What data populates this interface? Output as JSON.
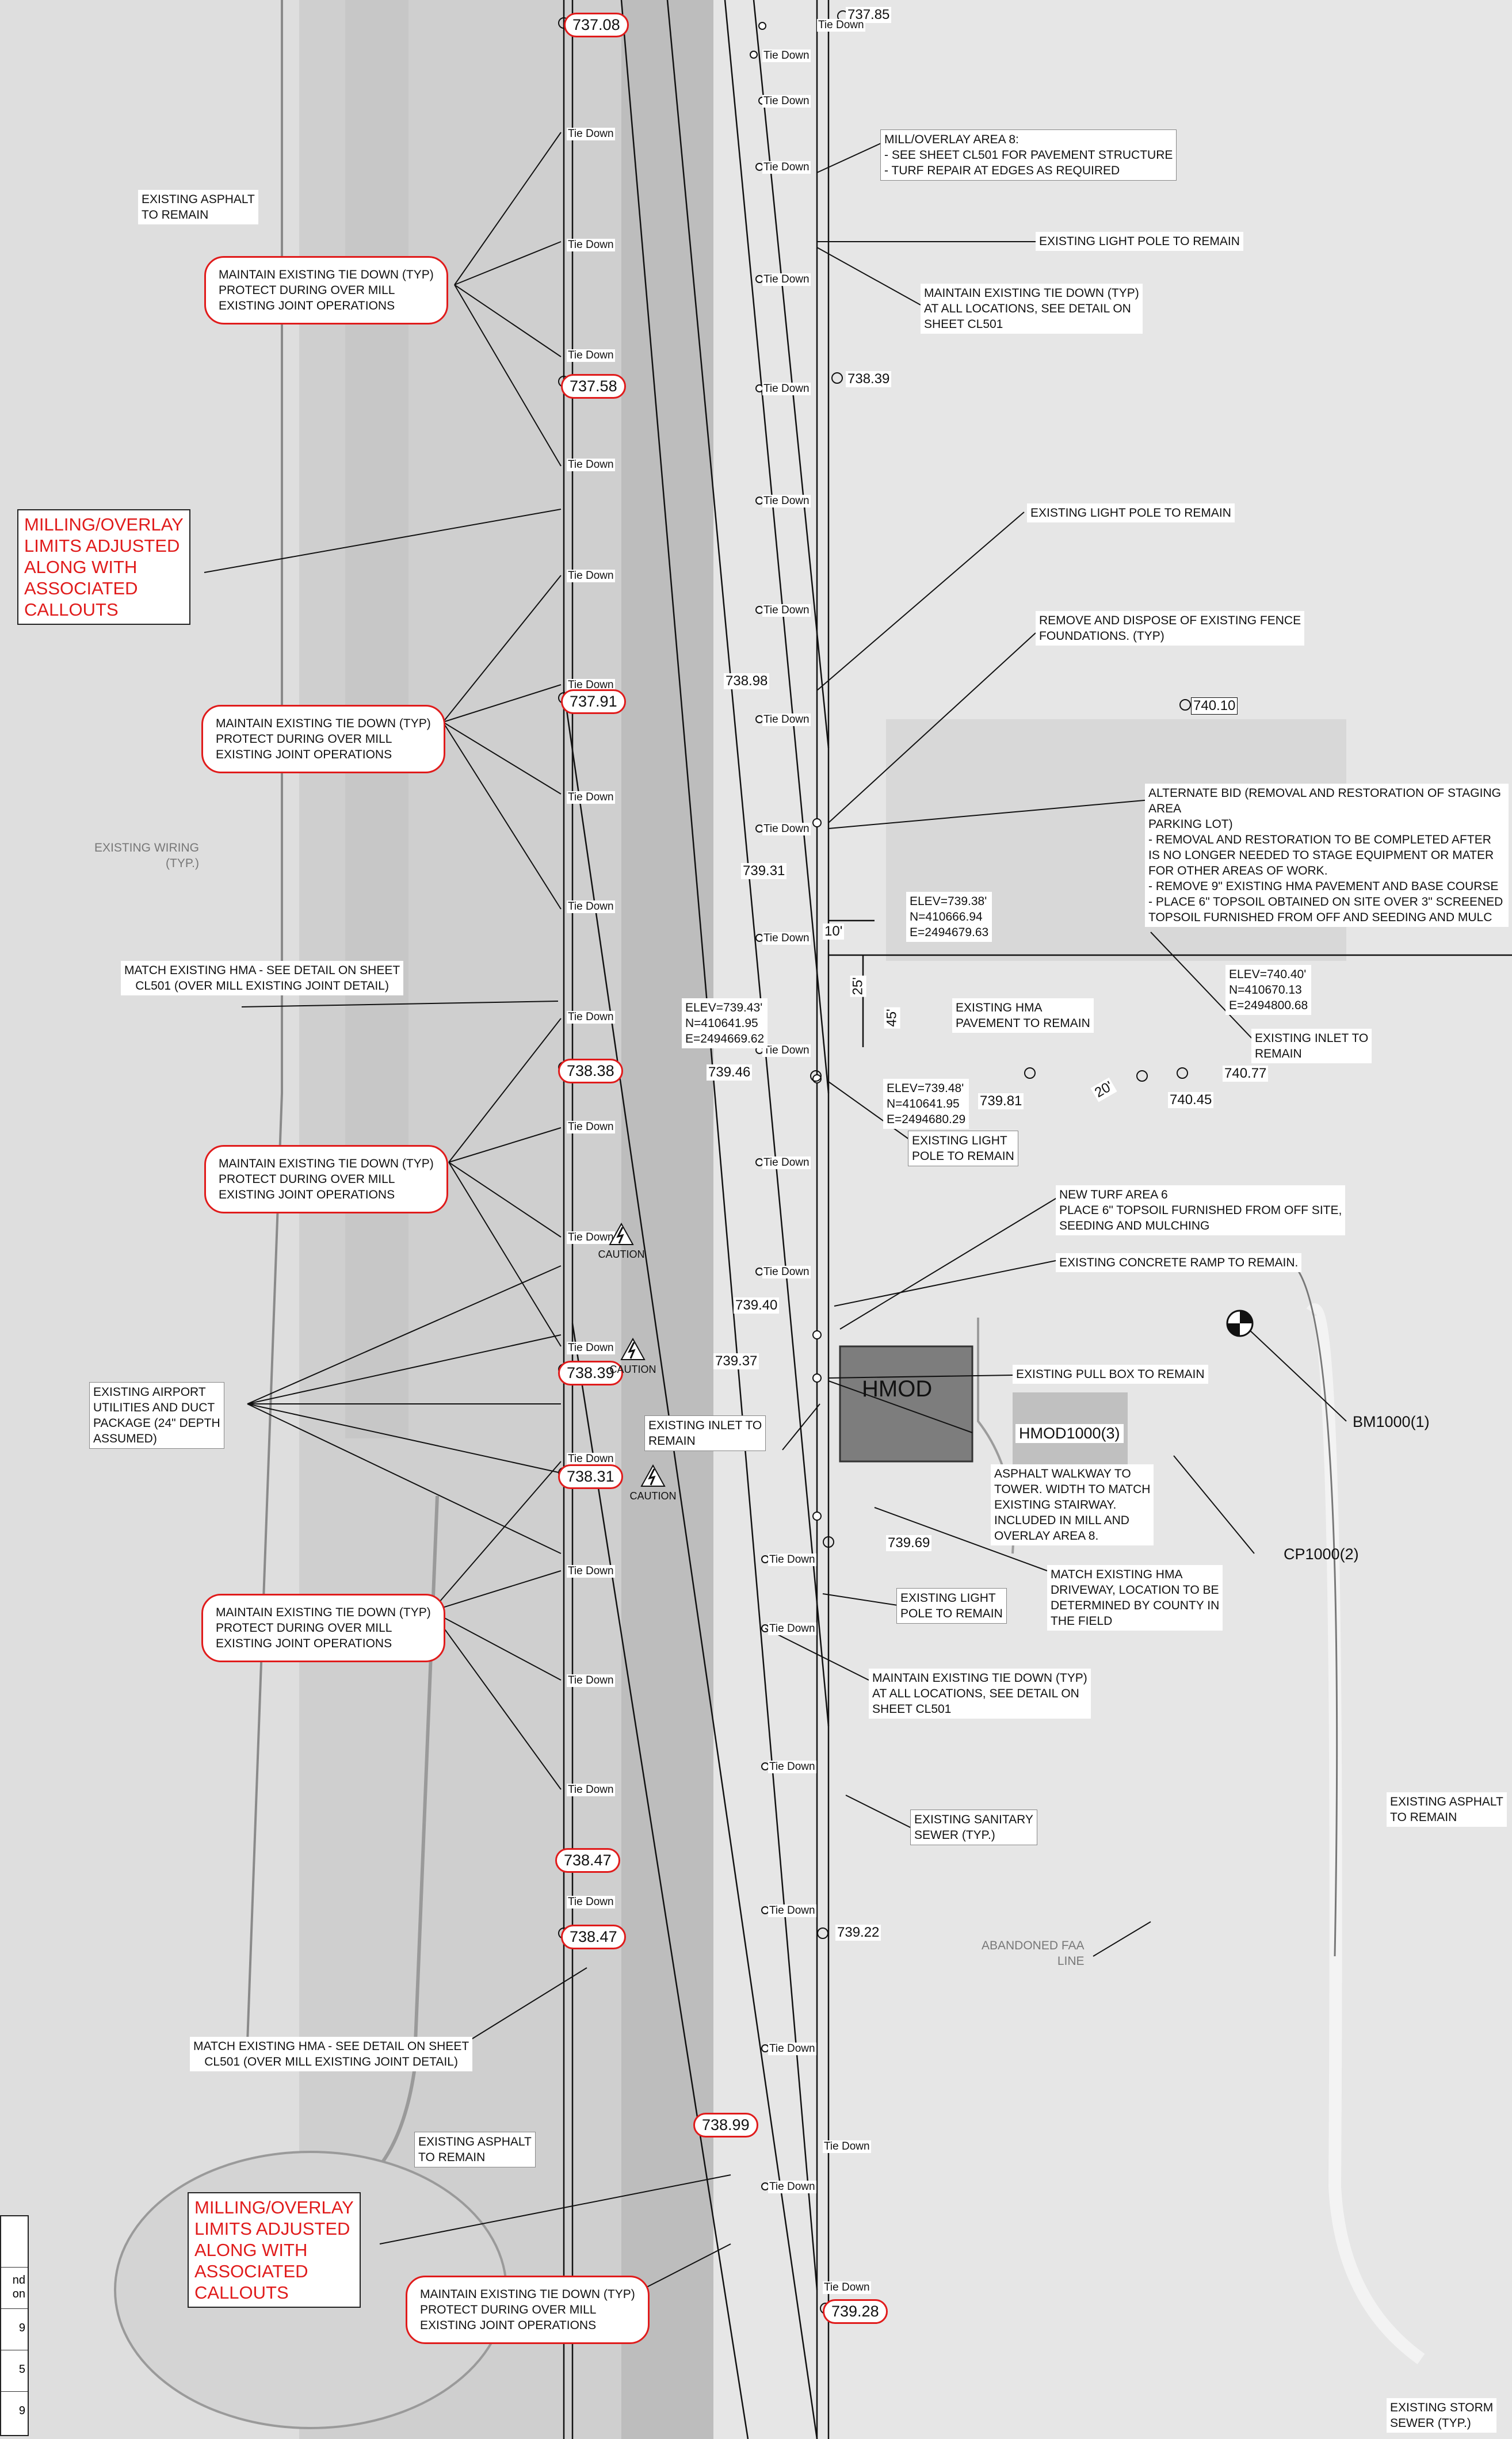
{
  "elevations_top": [
    "737.85",
    "737.08"
  ],
  "tiedown_label": "Tie Down",
  "elevations": {
    "e1": "737.58",
    "e2": "738.39",
    "e3": "737.91",
    "e4": "738.98",
    "e5": "739.31",
    "e6": "740.10",
    "e7": "739.46",
    "e8": "738.38",
    "e9": "739.81",
    "e10": "740.77",
    "e11": "740.45",
    "e12": "739.40",
    "e13": "739.37",
    "e14": "738.39",
    "e15": "738.31",
    "e16": "739.69",
    "e17": "738.47",
    "e18": "738.47",
    "e19": "739.22",
    "e20": "738.99",
    "e21": "739.28"
  },
  "dimensions": {
    "d10": "10'",
    "d25": "25'",
    "d45": "45'",
    "d20": "20'"
  },
  "notes": {
    "existing_asphalt_1": "EXISTING ASPHALT\nTO REMAIN",
    "mill_overlay_area8": "MILL/OVERLAY AREA 8:\n-     SEE SHEET CL501 FOR PAVEMENT STRUCTURE\n-     TURF REPAIR AT EDGES AS REQUIRED",
    "maintain_tiedown_1": "MAINTAIN EXISTING TIE DOWN (TYP)\nPROTECT DURING OVER MILL\nEXISTING JOINT OPERATIONS",
    "existing_light_pole_1": "EXISTING LIGHT POLE TO REMAIN",
    "maintain_tiedown_detail_1": "MAINTAIN EXISTING TIE DOWN (TYP)\nAT ALL LOCATIONS, SEE DETAIL ON\nSHEET CL501",
    "milling_overlay_1": "MILLING/OVERLAY\nLIMITS ADJUSTED\nALONG WITH\nASSOCIATED\nCALLOUTS",
    "existing_light_pole_2": "EXISTING LIGHT POLE TO REMAIN",
    "remove_fence": "REMOVE AND DISPOSE OF EXISTING FENCE\nFOUNDATIONS. (TYP)",
    "maintain_tiedown_2": "MAINTAIN EXISTING TIE DOWN (TYP)\nPROTECT DURING OVER MILL\nEXISTING JOINT OPERATIONS",
    "alternate_bid": "ALTERNATE BID (REMOVAL AND RESTORATION OF STAGING AREA\nPARKING LOT)\n-     REMOVAL AND RESTORATION TO BE COMPLETED AFTER\n      IS NO LONGER NEEDED TO STAGE EQUIPMENT OR MATER\n      FOR OTHER AREAS OF WORK.\n-     REMOVE 9\" EXISTING HMA PAVEMENT AND BASE COURSE\n-     PLACE 6\" TOPSOIL OBTAINED ON SITE OVER 3\" SCREENED\n      TOPSOIL FURNISHED FROM OFF AND SEEDING AND MULC",
    "existing_wiring": "EXISTING WIRING\n(TYP.)",
    "coord_1": "ELEV=739.38'\nN=410666.94\nE=2494679.63",
    "match_hma_1": "MATCH EXISTING HMA - SEE DETAIL ON SHEET\nCL501 (OVER MILL EXISTING JOINT DETAIL)",
    "coord_2": "ELEV=740.40'\nN=410670.13\nE=2494800.68",
    "coord_3": "ELEV=739.43'\nN=410641.95\nE=2494669.62",
    "existing_hma_pavement": "EXISTING HMA\nPAVEMENT TO REMAIN",
    "existing_inlet_1": "EXISTING INLET TO\nREMAIN",
    "coord_4": "ELEV=739.48'\nN=410641.95\nE=2494680.29",
    "existing_light_pole_3": "EXISTING LIGHT\nPOLE TO REMAIN",
    "maintain_tiedown_3": "MAINTAIN EXISTING TIE DOWN (TYP)\nPROTECT DURING OVER MILL\nEXISTING JOINT OPERATIONS",
    "new_turf_area6": "NEW TURF AREA 6\nPLACE 6\" TOPSOIL FURNISHED FROM OFF SITE,\nSEEDING AND MULCHING",
    "existing_concrete_ramp": "EXISTING CONCRETE RAMP TO REMAIN.",
    "existing_pull_box": "EXISTING PULL BOX TO REMAIN",
    "existing_airport_utilities": "EXISTING AIRPORT\nUTILITIES AND DUCT\nPACKAGE (24\" DEPTH\nASSUMED)",
    "hmod1000": "HMOD1000(3)",
    "existing_inlet_2": "EXISTING INLET TO\nREMAIN",
    "asphalt_walkway": "ASPHALT WALKWAY TO\nTOWER.  WIDTH TO MATCH\nEXISTING STAIRWAY.\nINCLUDED IN MILL AND\nOVERLAY AREA 8.",
    "bm1000": "BM1000(1)",
    "cp1000": "CP1000(2)",
    "match_hma_driveway": "MATCH EXISTING HMA\nDRIVEWAY, LOCATION TO BE\nDETERMINED BY COUNTY IN\nTHE FIELD",
    "existing_light_pole_4": "EXISTING LIGHT\nPOLE TO REMAIN",
    "maintain_tiedown_4": "MAINTAIN EXISTING TIE DOWN (TYP)\nPROTECT DURING OVER MILL\nEXISTING JOINT OPERATIONS",
    "maintain_tiedown_detail_2": "MAINTAIN EXISTING TIE DOWN (TYP)\nAT ALL LOCATIONS, SEE DETAIL ON\nSHEET CL501",
    "existing_sanitary": "EXISTING SANITARY\nSEWER (TYP.)",
    "existing_asphalt_2": "EXISTING ASPHALT\nTO REMAIN",
    "abandoned_faa": "ABANDONED FAA\nLINE",
    "match_hma_2": "MATCH EXISTING HMA - SEE DETAIL ON SHEET\nCL501 (OVER MILL EXISTING JOINT DETAIL)",
    "existing_asphalt_3": "EXISTING ASPHALT\nTO REMAIN",
    "milling_overlay_2": "MILLING/OVERLAY\nLIMITS ADJUSTED\nALONG WITH\nASSOCIATED\nCALLOUTS",
    "maintain_tiedown_5": "MAINTAIN EXISTING TIE DOWN (TYP)\nPROTECT DURING OVER MILL\nEXISTING JOINT OPERATIONS",
    "existing_storm_sewer": "EXISTING STORM\nSEWER (TYP.)"
  },
  "hmod_label": "HMOD",
  "caution_label": "CAUTION",
  "table_fragment": [
    "nd\non",
    "9",
    "5",
    "9"
  ],
  "colors": {
    "revision_cloud": "#e01b1b",
    "background": "#e9e9e9",
    "line": "#111111"
  }
}
